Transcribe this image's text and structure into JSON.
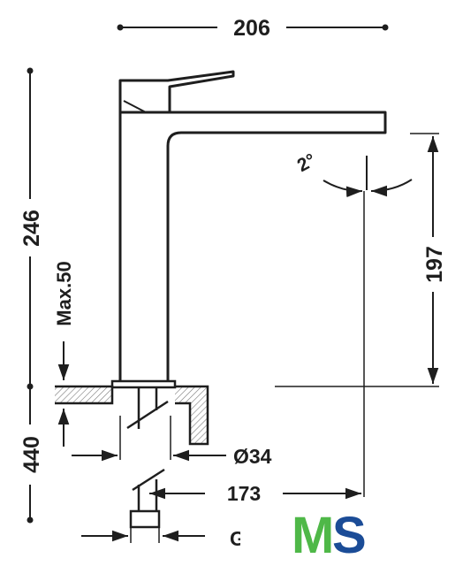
{
  "dimensions": {
    "width_top": "206",
    "height_total": "246",
    "max_deck": "Max.50",
    "spout_height": "197",
    "hose_length": "440",
    "hole_diameter": "Ø34",
    "spout_reach": "173",
    "angle": "2°",
    "connection_partial": "G"
  },
  "logo": {
    "letter_m": "M",
    "letter_s": "S",
    "color_m": "#4fb848",
    "color_s": "#1b4c97"
  },
  "colors": {
    "ink": "#1e1e1e",
    "hatch": "#7a7a7a"
  }
}
